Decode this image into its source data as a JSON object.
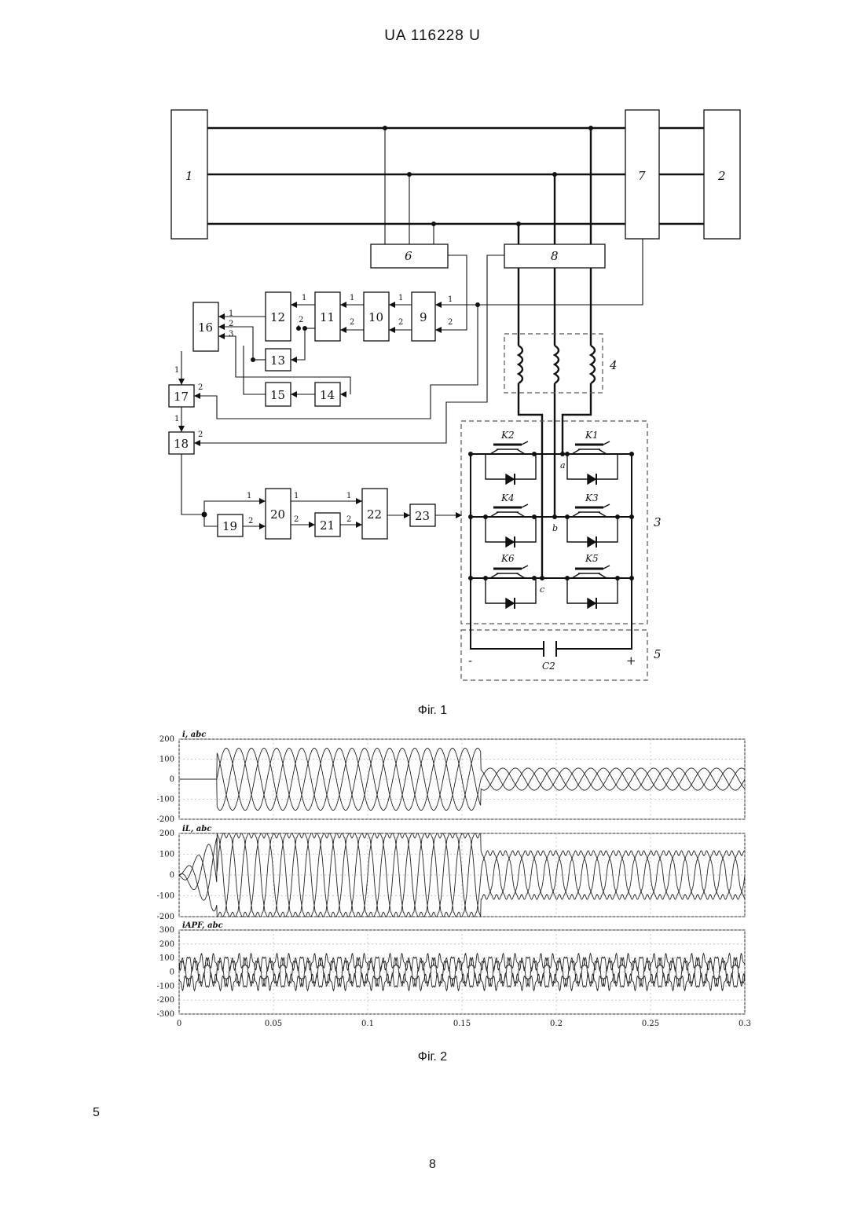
{
  "header": {
    "patent_number": "UA   116228   U"
  },
  "figure1": {
    "caption": "Фіг. 1",
    "blocks": [
      "1",
      "2",
      "6",
      "7",
      "8",
      "9",
      "10",
      "11",
      "12",
      "13",
      "14",
      "15",
      "16",
      "17",
      "18",
      "19",
      "20",
      "21",
      "22",
      "23"
    ],
    "group_labels": [
      "3",
      "4",
      "5"
    ],
    "switches": [
      "K1",
      "K2",
      "K3",
      "K4",
      "K5",
      "K6"
    ],
    "nodes": [
      "a",
      "b",
      "c"
    ],
    "capacitor": "C2",
    "polarity": {
      "minus": "-",
      "plus": "+"
    },
    "port_numbers": {
      "one": "1",
      "two": "2",
      "three": "3"
    }
  },
  "figure2": {
    "caption": "Фіг. 2",
    "x_ticks": [
      "0",
      "0.05",
      "0.1",
      "0.15",
      "0.2",
      "0.25",
      "0.3"
    ],
    "chart_data": [
      {
        "type": "line",
        "title": "i, abc",
        "xlim": [
          0,
          0.3
        ],
        "ylim": [
          -200,
          200
        ],
        "y_ticks": [
          "200",
          "100",
          "0",
          "-100",
          "-200"
        ],
        "grid": true,
        "description_values": {
          "load_on_time": 0.02,
          "filter_on_time": 0.16,
          "amplitude_before": 155,
          "amplitude_after": 55,
          "frequency_hz": 50
        }
      },
      {
        "type": "line",
        "title": "iL, abc",
        "xlim": [
          0,
          0.3
        ],
        "ylim": [
          -200,
          200
        ],
        "y_ticks": [
          "200",
          "100",
          "0",
          "-100",
          "-200"
        ],
        "grid": true,
        "description_values": {
          "amplitude_before": 190,
          "amplitude_after": 105
        }
      },
      {
        "type": "line",
        "title": "iAPF, abc",
        "xlim": [
          0,
          0.3
        ],
        "ylim": [
          -300,
          300
        ],
        "y_ticks": [
          "300",
          "200",
          "100",
          "0",
          "-100",
          "-200",
          "-300"
        ],
        "grid": true,
        "description_values": {
          "amplitude": 130
        }
      }
    ]
  },
  "footer": {
    "line_number": "5",
    "page_number": "8"
  }
}
